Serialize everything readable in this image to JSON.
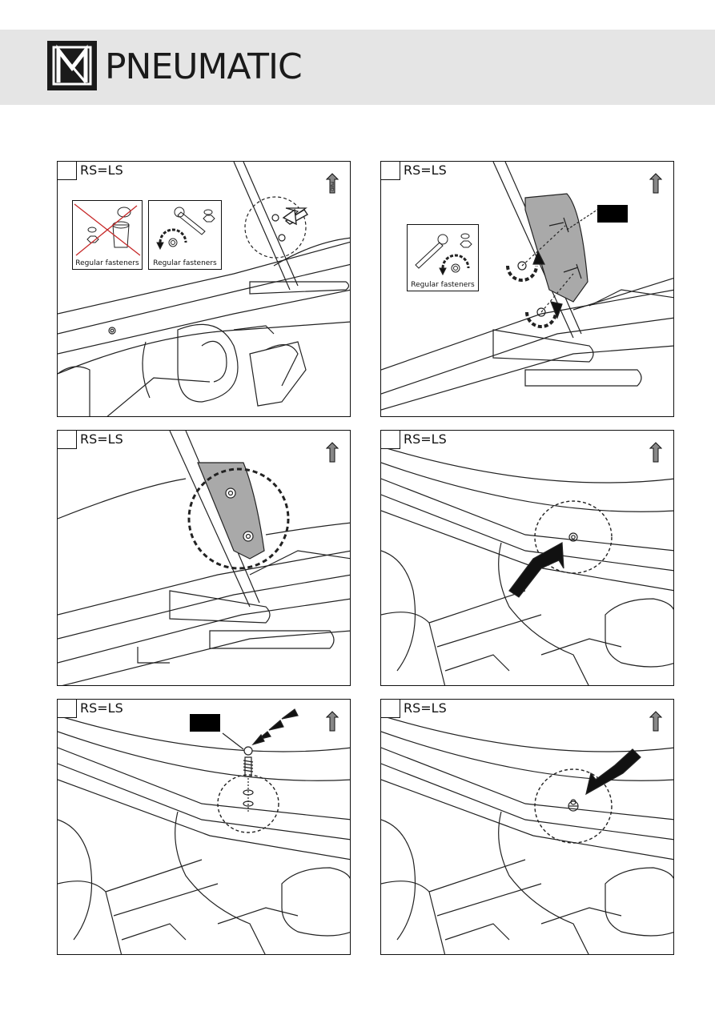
{
  "brand": {
    "name": "PNEUMATIC"
  },
  "panels": [
    {
      "id": 1,
      "rs_label": "RS=LS",
      "fwd_icon": "fwd-arrow-icon",
      "insets": [
        {
          "label": "Regular fasteners",
          "crossed": true
        },
        {
          "label": "Regular fasteners",
          "crossed": false
        }
      ]
    },
    {
      "id": 2,
      "rs_label": "RS=LS",
      "fwd_icon": "fwd-arrow-icon",
      "insets": [
        {
          "label": "Regular fasteners",
          "crossed": false
        }
      ]
    },
    {
      "id": 3,
      "rs_label": "RS=LS",
      "fwd_icon": "fwd-arrow-icon"
    },
    {
      "id": 4,
      "rs_label": "RS=LS",
      "fwd_icon": "fwd-arrow-icon"
    },
    {
      "id": 5,
      "rs_label": "RS=LS",
      "fwd_icon": "fwd-arrow-icon"
    },
    {
      "id": 6,
      "rs_label": "RS=LS",
      "fwd_icon": "fwd-arrow-icon"
    }
  ],
  "colors": {
    "header_bg": "#e5e5e5",
    "bracket_fill": "#a9a9a9",
    "ink": "#111111"
  }
}
